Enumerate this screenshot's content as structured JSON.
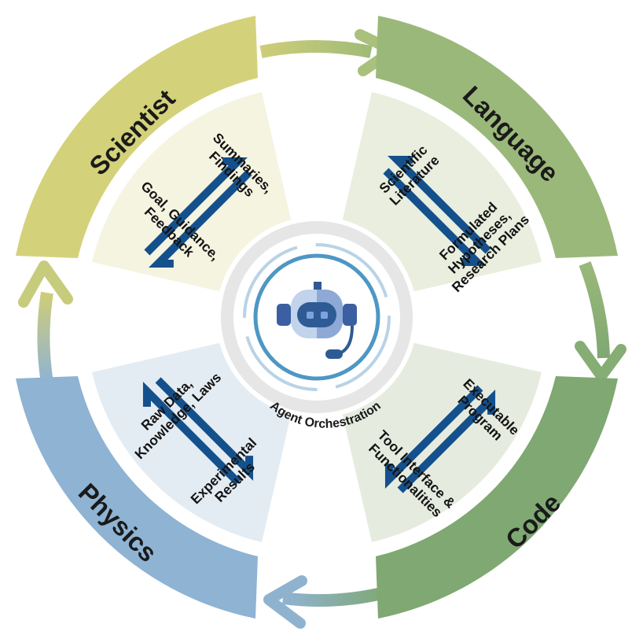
{
  "title": "",
  "colors": {
    "scientist": "#d3d27b",
    "language": "#9ab87a",
    "code": "#7fa872",
    "physics": "#8fb3d3",
    "scientist_panel": "#f5f4e1",
    "language_panel": "#e9eede",
    "code_panel": "#e6ebdf",
    "physics_panel": "#e4ecf3",
    "flow_arrow": "#14508c",
    "bot": "#2f5b94",
    "hub_ring": "#e6e6e6"
  },
  "segments": {
    "scientist": {
      "label": "Scientist",
      "to_agent": "Summaries, Findings",
      "from_agent": "Goal, Guidance, Feedback"
    },
    "language": {
      "label": "Language",
      "to_agent": "Scientific Literature",
      "from_agent": "Formulated Hypotheses, Research Plans"
    },
    "code": {
      "label": "Code",
      "to_agent": "Executable Program",
      "from_agent": "Tool Interface & Functionalities"
    },
    "physics": {
      "label": "Physics",
      "to_agent": "Raw Data, Knowledge, Laws",
      "from_agent": "Experimental Results"
    }
  },
  "center": {
    "label": "Agent Orchestration",
    "icon": "robot-headset-icon"
  }
}
